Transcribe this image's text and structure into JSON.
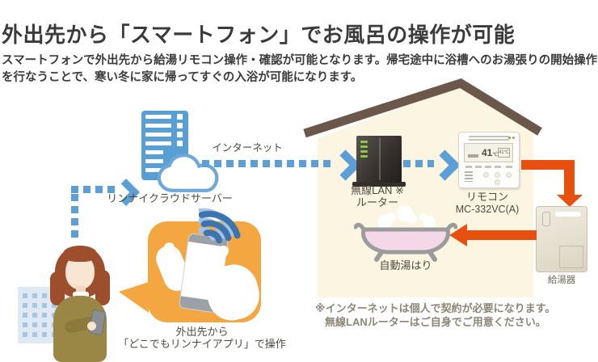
{
  "header": {
    "title": "外出先から「スマートフォン」でお風呂の操作が可能",
    "description": "スマートフォンで外出先から給湯リモコン操作・確認が可能となります。帰宅途中に浴槽へのお湯張りの開始操作を行なうことで、寒い冬に家に帰ってすぐの入浴が可能になります。"
  },
  "diagram": {
    "internet_label": "インターネット",
    "cloud_server_label": "リンナイクラウドサーバー",
    "router_label": {
      "line1": "無線LAN ※",
      "line2": "ルーター"
    },
    "remote": {
      "label_line1": "リモコン",
      "label_line2": "MC-332VC(A)",
      "display_temp": "41",
      "display_unit": "℃",
      "display_temp_small": "41℃"
    },
    "bath_label": "自動湯はり",
    "heater_label": "給湯器",
    "phone_caption": {
      "line1": "外出先から",
      "line2": "「どこでもリンナイアプリ」で操作"
    },
    "notes": {
      "line1": "※インターネットは個人で契約が必要になります。",
      "line2": "無線LANルーターはご自身でご用意ください。"
    }
  },
  "colors": {
    "flow_blue": "#5b9fd6",
    "flow_orange": "#e8500f",
    "bubble_orange": "#f4a640",
    "house_wall": "#fbf5e2",
    "roof_brown": "#6b584a",
    "bath_pink": "#f5d8e7",
    "led_green": "#8dc63f"
  }
}
